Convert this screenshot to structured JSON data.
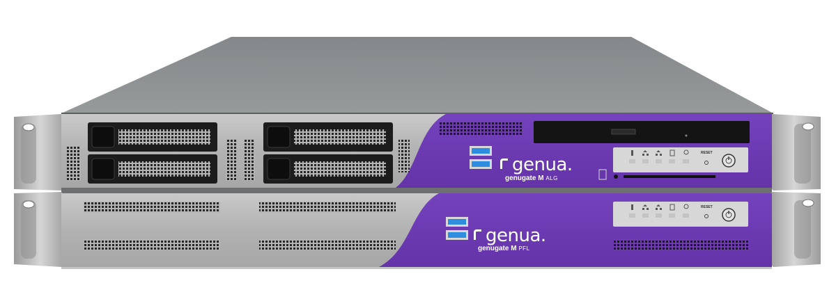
{
  "upper_unit": {
    "brand": "genua.",
    "model": "genugate M",
    "variant": "ALG",
    "reset_label": "RESET",
    "status_icons": [
      "thermometer-icon",
      "network-icon",
      "network-icon",
      "drive-icon",
      "lightbulb-icon"
    ],
    "drive_bays": 4,
    "usb_ports": 2
  },
  "lower_unit": {
    "brand": "genua.",
    "model": "genugate M",
    "variant": "PFL",
    "reset_label": "RESET",
    "status_icons": [
      "thermometer-icon",
      "network-icon",
      "network-icon",
      "drive-icon",
      "lightbulb-icon"
    ],
    "usb_ports": 2
  },
  "colors": {
    "accent_purple": "#6e3bb5",
    "chassis_silver": "#b8b8b8",
    "lid_gray": "#8b8e8f",
    "usb_blue": "#2f8de0"
  }
}
